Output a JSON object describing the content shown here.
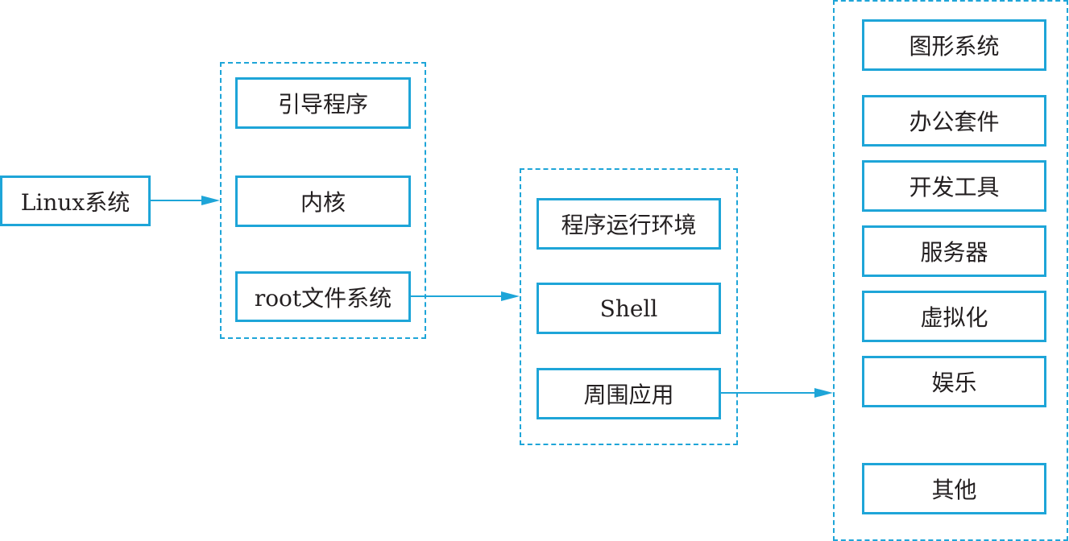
{
  "colors": {
    "accent": "#1ea5d8",
    "text": "#231f20"
  },
  "root": {
    "label": "Linux系统"
  },
  "group1": {
    "items": [
      "引导程序",
      "内核",
      "root文件系统"
    ]
  },
  "group2": {
    "items": [
      "程序运行环境",
      "Shell",
      "周围应用"
    ]
  },
  "group3": {
    "items": [
      "图形系统",
      "办公套件",
      "开发工具",
      "服务器",
      "虚拟化",
      "娱乐",
      "其他"
    ]
  }
}
